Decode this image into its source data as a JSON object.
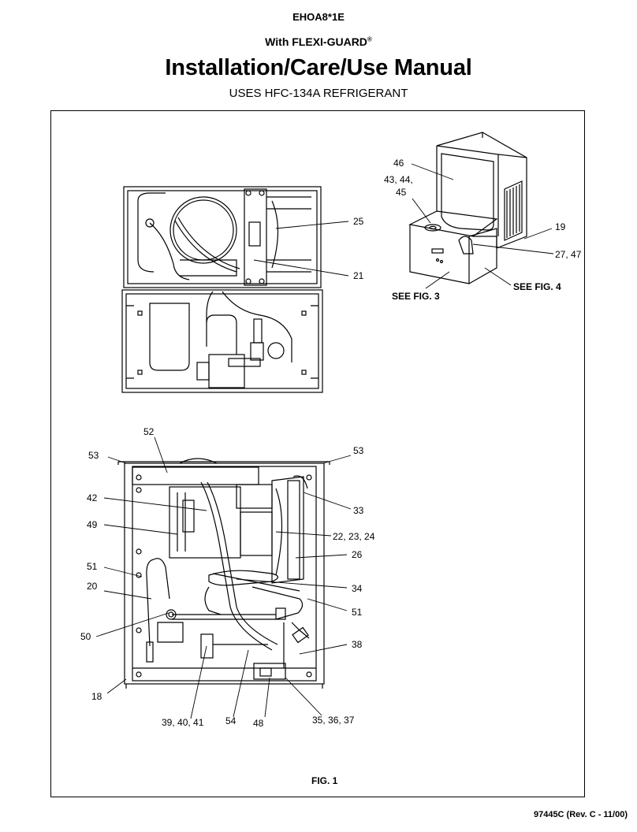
{
  "header": {
    "model": "EHOA8*1E",
    "subtitle": "With FLEXI-GUARD",
    "subtitle_mark": "®",
    "title": "Installation/Care/Use Manual",
    "refrigerant": "USES HFC-134A REFRIGERANT"
  },
  "figure": {
    "caption": "FIG. 1",
    "top_view_callouts": {
      "c25": "25",
      "c21": "21"
    },
    "cabinet_callouts": {
      "c46": "46",
      "c43_44": "43, 44,",
      "c45": "45",
      "c19": "19",
      "c27_47": "27, 47",
      "see_fig3": "SEE FIG. 3",
      "see_fig4": "SEE FIG. 4"
    },
    "front_view_callouts": {
      "c52": "52",
      "c53_left": "53",
      "c53_right": "53",
      "c42": "42",
      "c33": "33",
      "c49": "49",
      "c22_23_24": "22, 23, 24",
      "c51_left": "51",
      "c26": "26",
      "c20": "20",
      "c34": "34",
      "c51_right": "51",
      "c50": "50",
      "c38": "38",
      "c18": "18",
      "c39_40_41": "39, 40, 41",
      "c54": "54",
      "c48": "48",
      "c35_36_37": "35, 36, 37"
    }
  },
  "footer": {
    "doc_number": "97445C (Rev. C - 11/00)"
  }
}
